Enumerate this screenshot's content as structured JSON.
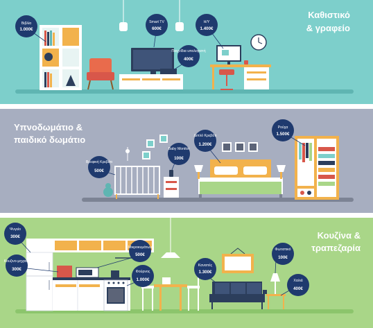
{
  "colors": {
    "living_bg": "#7dcfcb",
    "bedroom_bg": "#a7aec0",
    "kitchen_bg": "#a9d688",
    "tag": "#1f3a6e",
    "floor_teal": "#5fb5b2",
    "floor_grey": "#7c8394",
    "floor_green": "#8cc56c"
  },
  "panels": [
    {
      "title_lines": [
        "Καθιστικό",
        "& γραφείο"
      ],
      "tags": [
        {
          "label": "Βιβλία",
          "price": "1.000€"
        },
        {
          "label": "Smart TV",
          "price": "600€"
        },
        {
          "label": "Η/Υ",
          "price": "1.400€"
        },
        {
          "label": "Παιχνίδια υπολογιστή",
          "price": "400€"
        }
      ]
    },
    {
      "title_lines": [
        "Υπνοδωμάτιο &",
        "παιδικό δωμάτιο"
      ],
      "tags": [
        {
          "label": "Βρεφική Κρεβάτι",
          "price": "500€"
        },
        {
          "label": "Baby Monitor",
          "price": "100€"
        },
        {
          "label": "Διπλό Κρεβάτι",
          "price": "1.200€"
        },
        {
          "label": "Ρούχα",
          "price": "1.500€"
        }
      ]
    },
    {
      "title_lines": [
        "Κουζίνα &",
        "τραπεζαρία"
      ],
      "tags": [
        {
          "label": "Ψυγείο",
          "price": "300€"
        },
        {
          "label": "Κουζινο-μηχανή",
          "price": "300€"
        },
        {
          "label": "Μικροκυμάτων",
          "price": "500€"
        },
        {
          "label": "Φούρνος",
          "price": "1.000€"
        },
        {
          "label": "Καναπές",
          "price": "1.300€"
        },
        {
          "label": "Φωτιστικό",
          "price": "100€"
        },
        {
          "label": "Χαλιά",
          "price": "400€"
        }
      ]
    }
  ]
}
